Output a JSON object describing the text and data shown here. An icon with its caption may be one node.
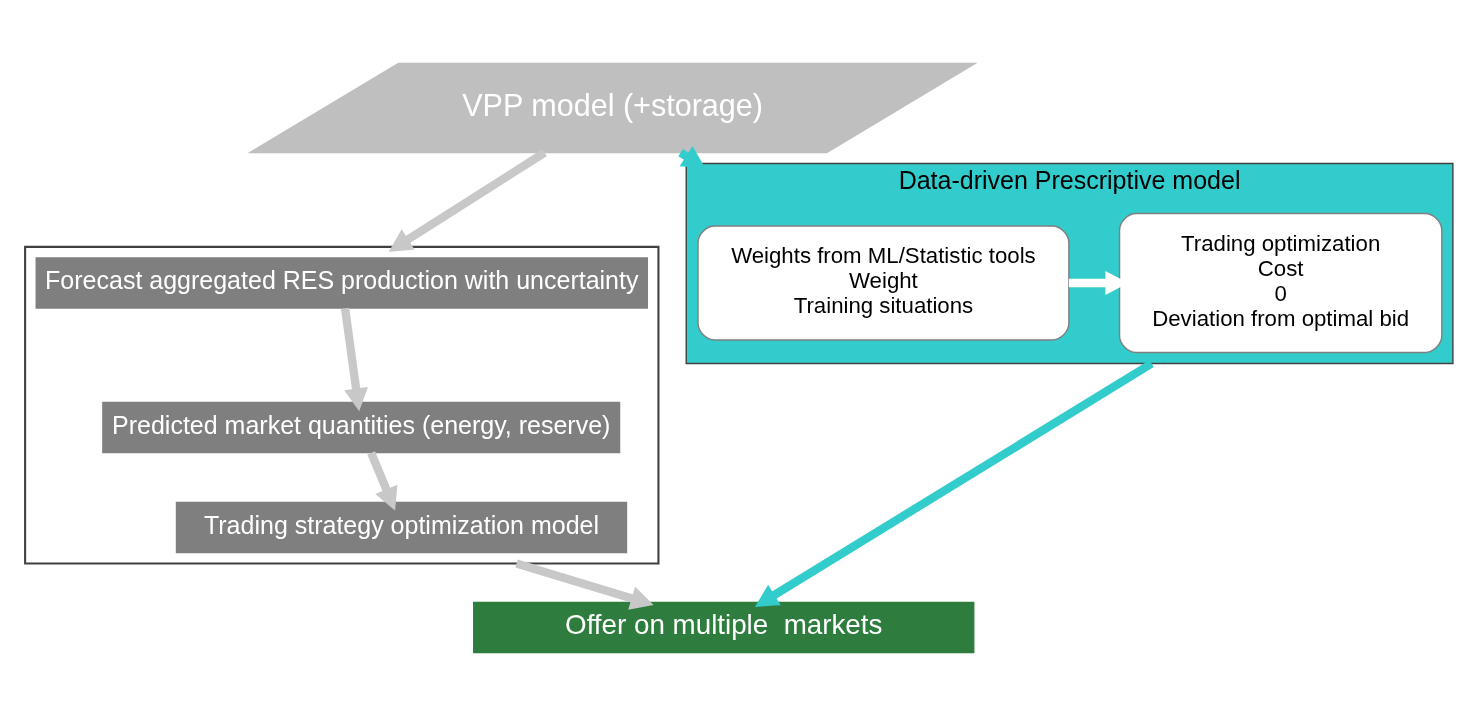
{
  "diagram": {
    "nodes": [
      {
        "text": [
          "VPP model (+storage)"
        ]
      },
      {
        "text": [],
        "shape": "box"
      },
      {
        "text": [
          "Forecast aggregated RES production with uncertainty"
        ],
        "in": 1
      },
      {
        "text": [
          "Predicted market quantities (energy, reserve)"
        ],
        "in": 1
      },
      {
        "text": [
          "Trading strategy optimization model"
        ],
        "in": 1
      },
      {
        "text": [
          "Data-driven Prescriptive model"
        ]
      },
      {
        "text": [
          "Weights from ML/Statistic tools",
          "Weight",
          "Training situations"
        ],
        "in": 5
      },
      {
        "text": [
          "Trading optimization",
          "Cost",
          "0",
          "Deviation from optimal bid"
        ],
        "in": 5
      },
      {
        "text": [
          "Offer on multiple  markets"
        ]
      }
    ],
    "edges": [
      {
        "from": 0,
        "to": 1,
        "arrow": "to"
      },
      {
        "from": 0,
        "to": 5,
        "arrow": "to",
        "color": "#33cccc"
      },
      {
        "from": 2,
        "to": 3,
        "arrow": "to"
      },
      {
        "from": 3,
        "to": 4,
        "arrow": "to"
      },
      {
        "from": 6,
        "to": 7,
        "arrow": "to",
        "color": "#ffffff"
      },
      {
        "from": 1,
        "to": 8,
        "arrow": "to"
      },
      {
        "from": 5,
        "to": 8,
        "arrow": "to",
        "color": "#33cccc"
      }
    ]
  }
}
